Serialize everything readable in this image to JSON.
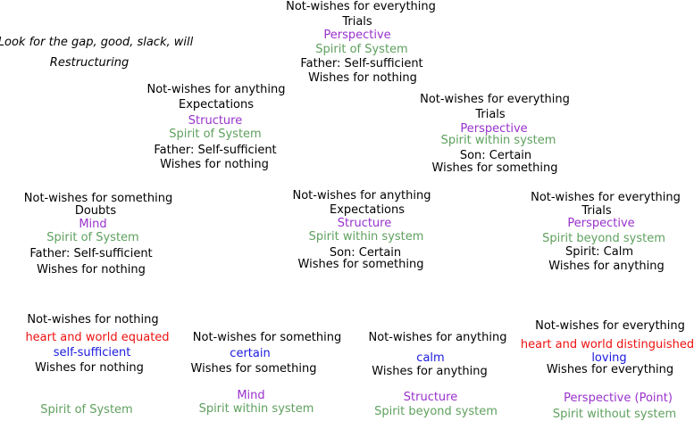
{
  "notes": {
    "line1": "Look for the gap, good, slack, will",
    "line2": "Restructuring"
  },
  "nodes": [
    {
      "lines": [
        "Not-wishes for everything",
        "Trials",
        "Perspective",
        "Spirit of System",
        "Father: Self-sufficient",
        "Wishes for nothing"
      ]
    },
    {
      "lines": [
        "Not-wishes for anything",
        "Expectations",
        "Structure",
        "Spirit of System",
        "Father: Self-sufficient",
        "Wishes for nothing"
      ]
    },
    {
      "lines": [
        "Not-wishes for everything",
        "Trials",
        "Perspective",
        "Spirit within system",
        "Son: Certain",
        "Wishes for something"
      ]
    },
    {
      "lines": [
        "Not-wishes for something",
        "Doubts",
        "Mind",
        "Spirit of System",
        "Father: Self-sufficient",
        "Wishes for nothing"
      ]
    },
    {
      "lines": [
        "Not-wishes for anything",
        "Expectations",
        "Structure",
        "Spirit within system",
        "Son: Certain",
        "Wishes for something"
      ]
    },
    {
      "lines": [
        "Not-wishes for everything",
        "Trials",
        "Perspective",
        "Spirit beyond system",
        "Spirit: Calm",
        "Wishes for anything"
      ]
    },
    {
      "lines": [
        "Not-wishes for nothing",
        "heart and world equated",
        "self-sufficient",
        "Wishes for nothing",
        "Spirit of System"
      ]
    },
    {
      "lines": [
        "Not-wishes for something",
        "certain",
        "Wishes for something",
        "Mind",
        "Spirit within system"
      ]
    },
    {
      "lines": [
        "Not-wishes for anything",
        "calm",
        "Wishes for anything",
        "Structure",
        "Spirit beyond system"
      ]
    },
    {
      "lines": [
        "Not-wishes for everything",
        "heart and world distinguished",
        "loving",
        "Wishes for everything",
        "Perspective (Point)",
        "Spirit without system"
      ]
    }
  ],
  "colors": {
    "text": "#000000",
    "perspective": "#9932cc",
    "spirit": "#5fa05f",
    "heart": "#ee1111",
    "quality": "#1a1adf"
  }
}
